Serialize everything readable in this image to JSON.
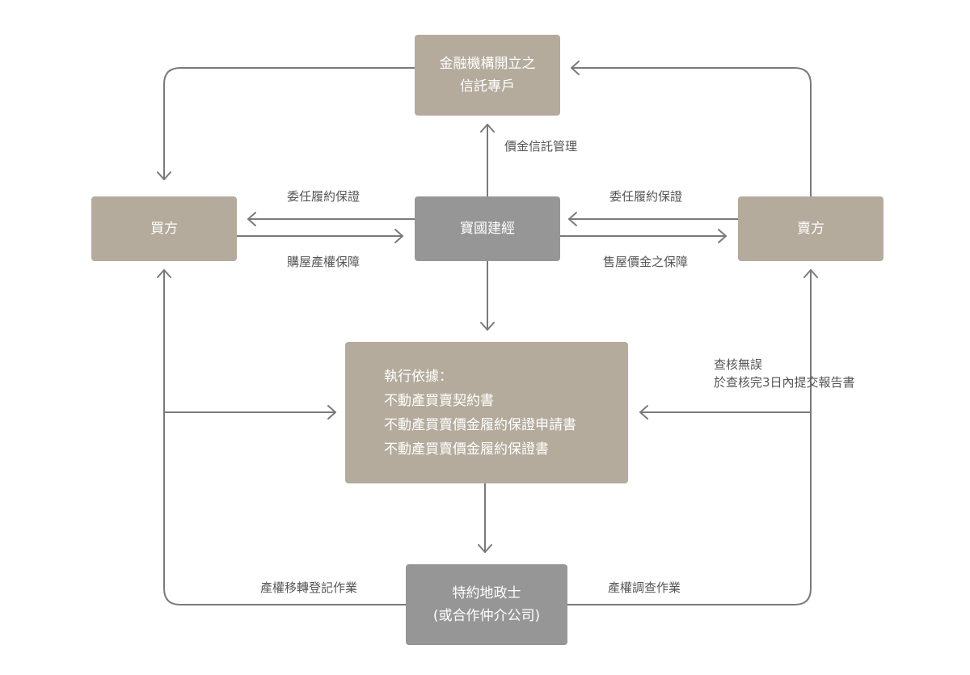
{
  "nodes": {
    "trust_account": [
      "金融機構開立之",
      "信託專戶"
    ],
    "buyer": "買方",
    "center": "寶國建經",
    "seller": "賣方",
    "basis": {
      "heading": "執行依據：",
      "items": [
        "不動產買賣契約書",
        "不動產買賣價金履約保證申請書",
        "不動產買賣價金履約保證書"
      ]
    },
    "scrivener": [
      "特約地政士",
      "(或合作仲介公司)"
    ]
  },
  "labels": {
    "price_trust": "價金信託管理",
    "commission_left": "委任履約保證",
    "commission_right": "委任履約保證",
    "buy_guarantee": "購屋產權保障",
    "sell_guarantee": "售屋價金之保障",
    "review_line1": "查核無誤",
    "review_line2": "於查核完3日內提交報告書",
    "transfer": "產權移轉登記作業",
    "survey": "產權調查作業"
  }
}
